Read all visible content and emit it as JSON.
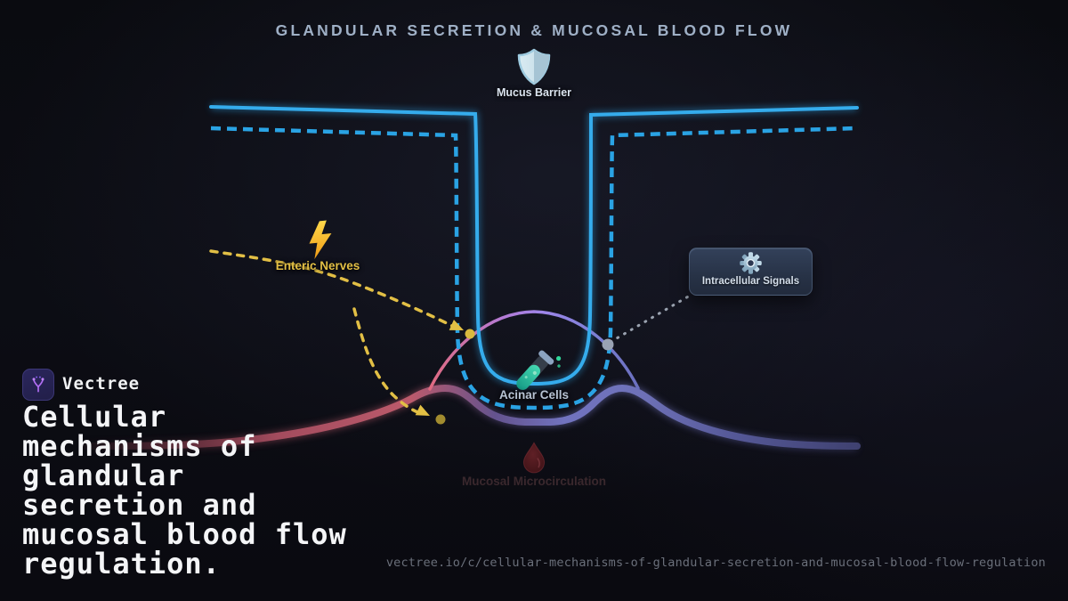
{
  "title": "GLANDULAR SECRETION & MUCOSAL BLOOD FLOW",
  "diagram": {
    "labels": {
      "mucus_barrier": "Mucus Barrier",
      "enteric_nerves": "Enteric Nerves",
      "intracellular_signals": "Intracellular Signals",
      "acinar_cells": "Acinar Cells",
      "mucosal_microcirculation": "Mucosal Microcirculation"
    },
    "icons": {
      "mucus_barrier": "shield-icon",
      "enteric_nerves": "lightning-icon",
      "intracellular_signals": "gear-icon",
      "acinar_cells": "test-tube-icon",
      "mucosal_microcirculation": "blood-drop-icon"
    }
  },
  "branding": {
    "logo_name": "Vectree",
    "headline_lines": [
      "Cellular",
      "mechanisms of",
      "glandular",
      "secretion and",
      "mucosal blood flow",
      "regulation."
    ],
    "url": "vectree.io/c/cellular-mechanisms-of-glandular-secretion-and-mucosal-blood-flow-regulation"
  },
  "colors": {
    "title": "#9fb0c6",
    "membrane_solid": "#35acec",
    "membrane_dashed": "#2aa3e4",
    "nerve_yellow": "#e2bf45",
    "arc_pink": "#d4687c",
    "arc_purple": "#8f7fe0",
    "vessel_red": "#b25364",
    "vessel_purple": "#6a6cb4",
    "signal_gray": "#aab2c0",
    "headline": "#f4f5f7",
    "url_gray": "#6a6f7a",
    "logo_purple": "#b06df2",
    "background": "#0b0c12"
  }
}
